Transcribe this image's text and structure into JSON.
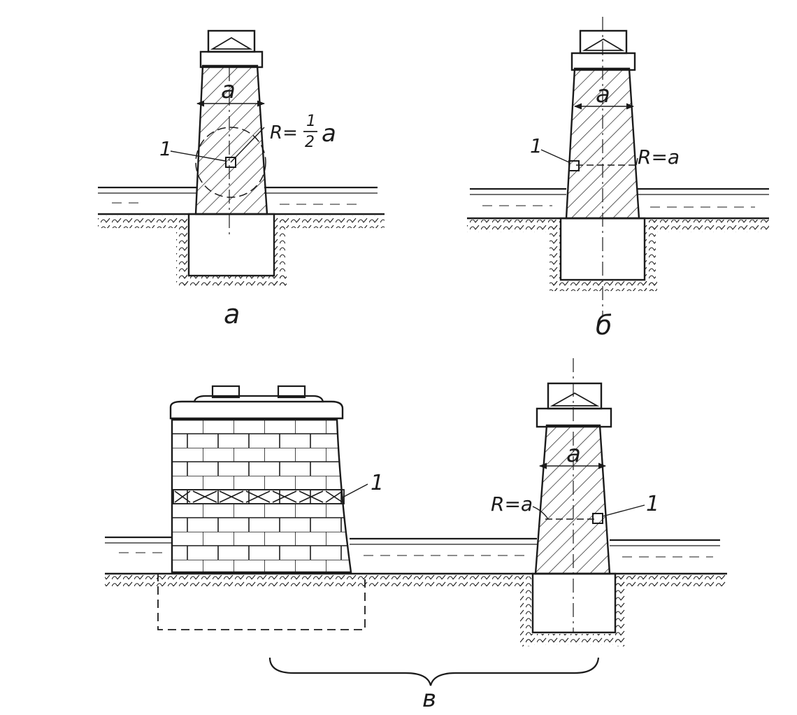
{
  "figure": {
    "panel_a": {
      "caption": "а",
      "width_label": "а",
      "radius_label": {
        "r": "R=",
        "num": "1",
        "den": "2",
        "var": "а"
      },
      "marker_label": "1"
    },
    "panel_b": {
      "caption": "б",
      "width_label": "а",
      "radius_label": "R=а",
      "marker_label": "1"
    },
    "panel_v": {
      "caption": "в",
      "brick_marker_label": "1",
      "width_label": "а",
      "radius_label": "R=а",
      "marker_label": "1"
    },
    "colors": {
      "ink": "#1b1b1b",
      "paper": "#ffffff"
    }
  }
}
